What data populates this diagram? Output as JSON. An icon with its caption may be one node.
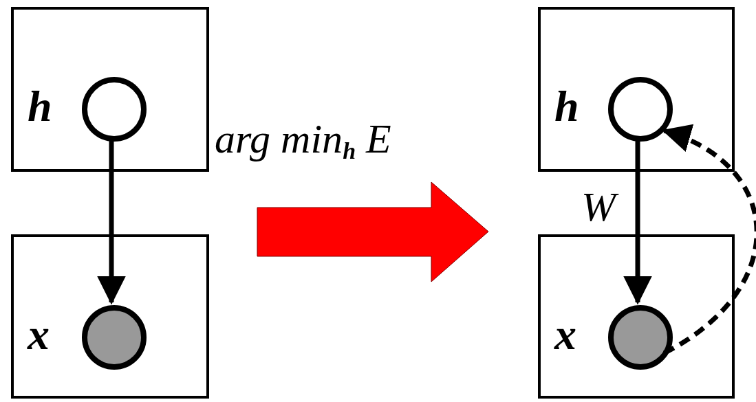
{
  "diagram": {
    "nodes": [
      {
        "text": [
          "h"
        ]
      },
      {
        "text": [],
        "shape": "circle",
        "in": 0
      },
      {
        "text": [
          "x"
        ]
      },
      {
        "text": [],
        "shape": "circle",
        "in": 2
      },
      {
        "text": [
          "h"
        ]
      },
      {
        "text": [],
        "shape": "circle",
        "in": 4
      },
      {
        "text": [
          "x"
        ]
      },
      {
        "text": [],
        "shape": "circle",
        "in": 6
      }
    ],
    "edges": [
      {
        "from": 1,
        "to": 3,
        "arrow": "to"
      },
      {
        "from": 5,
        "to": 7,
        "arrow": "to",
        "label": "W"
      },
      {
        "from": 7,
        "to": 5,
        "arrow": "to",
        "style": "dashed"
      }
    ],
    "labels": [
      "arg min$_{h}$ E"
    ]
  }
}
